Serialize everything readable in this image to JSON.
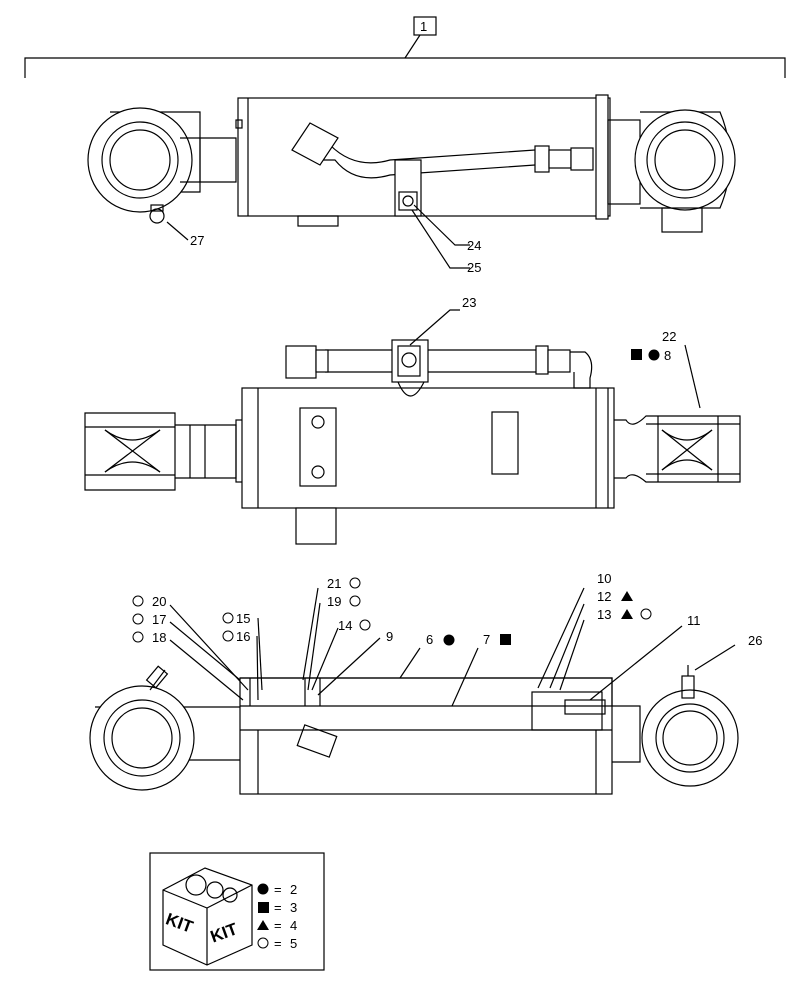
{
  "assembly": {
    "label": "1"
  },
  "callouts": {
    "c27": "27",
    "c24": "24",
    "c25": "25",
    "c23": "23",
    "c22": "22",
    "c8": "8",
    "c21": "21",
    "c19": "19",
    "c14": "14",
    "c9": "9",
    "c20": "20",
    "c17": "17",
    "c18": "18",
    "c15": "15",
    "c16": "16",
    "c6": "6",
    "c7": "7",
    "c10": "10",
    "c12": "12",
    "c13": "13",
    "c11": "11",
    "c26": "26"
  },
  "kit": {
    "box_text": [
      "KIT",
      "KIT"
    ],
    "legend": [
      {
        "symbol": "circle-filled",
        "eq": "=",
        "value": "2"
      },
      {
        "symbol": "square-filled",
        "eq": "=",
        "value": "3"
      },
      {
        "symbol": "triangle-filled",
        "eq": "=",
        "value": "4"
      },
      {
        "symbol": "circle-open",
        "eq": "=",
        "value": "5"
      }
    ]
  }
}
